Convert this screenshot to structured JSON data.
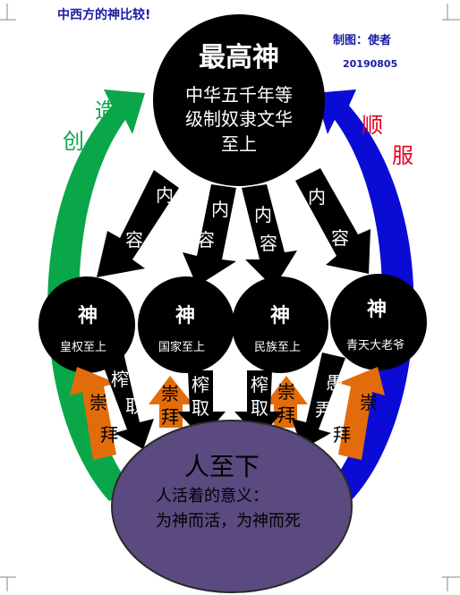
{
  "header": {
    "title": "中西方的神比较!",
    "author": "制图：使者",
    "date": "20190805"
  },
  "top_circle": {
    "title": "最高神",
    "line1": "中华五千年等",
    "line2": "级制奴隶文华",
    "line3": "至上"
  },
  "left_arrow": {
    "char1": "造",
    "char2": "创",
    "color": "#0aa64a"
  },
  "right_arrow": {
    "char1": "顺",
    "char2": "服",
    "color": "#0b0bd6"
  },
  "content_arrows": [
    {
      "char1": "内",
      "char2": "容"
    },
    {
      "char1": "内",
      "char2": "容"
    },
    {
      "char1": "内",
      "char2": "容"
    },
    {
      "char1": "内",
      "char2": "容"
    }
  ],
  "gods": [
    {
      "title": "神",
      "label": "皇权至上"
    },
    {
      "title": "神",
      "label": "国家至上"
    },
    {
      "title": "神",
      "label": "民族至上"
    },
    {
      "title": "神",
      "label": "青天大老爷"
    }
  ],
  "up_arrows": [
    {
      "char1": "崇",
      "char2": "拜"
    },
    {
      "char1": "崇",
      "char2": "拜"
    },
    {
      "char1": "崇",
      "char2": "拜"
    },
    {
      "char1": "崇",
      "char2": "拜"
    }
  ],
  "down_arrows": [
    {
      "char1": "榨",
      "char2": "取"
    },
    {
      "char1": "榨",
      "char2": "取"
    },
    {
      "char1": "榨",
      "char2": "取"
    },
    {
      "char1": "愚",
      "char2": "弄"
    }
  ],
  "bottom_circle": {
    "title": "人至下",
    "line1": "人活着的意义：",
    "line2": "为神而活，为神而死",
    "color": "#5a4a80"
  },
  "colors": {
    "up_arrow": "#e36c0a",
    "down_arrow": "#000000",
    "circle": "#000000"
  }
}
